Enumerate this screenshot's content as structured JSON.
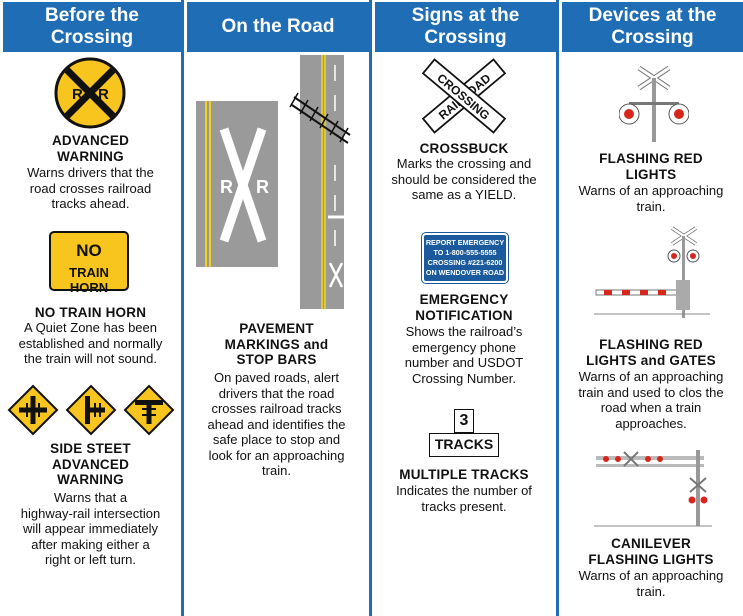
{
  "headers": [
    "Before the\nCrossing",
    "On the Road",
    "Signs at the\nCrossing",
    "Devices at the\nCrossing"
  ],
  "col1": {
    "advanced_warning": {
      "title": "ADVANCED\nWARNING",
      "desc": "Warns drivers that the\nroad crosses railroad\ntracks ahead.",
      "sign_text": "R   R"
    },
    "no_train_horn": {
      "title": "NO TRAIN HORN",
      "desc": "A Quiet Zone has been\nestablished and normally\nthe train will not sound.",
      "sign_line1": "NO",
      "sign_line2": "TRAIN HORN"
    },
    "side_street": {
      "title": "SIDE STEET\nADVANCED\nWARNING",
      "desc": "Warns that a\nhighway-rail intersection\nwill appear immediately\nafter making either a\nright or left turn."
    }
  },
  "col2": {
    "pavement_markings": {
      "title": "PAVEMENT\nMARKINGS and\nSTOP BARS",
      "desc": "On paved roads, alert\ndrivers that the road\ncrosses railroad tracks\nahead and identifies the\nsafe place to stop and\nlook for an approaching\ntrain.",
      "road_left_r": "R",
      "road_right_r": "R"
    }
  },
  "col3": {
    "crossbuck": {
      "title": "CROSSBUCK",
      "desc": "Marks the crossing and\nshould be considered the\nsame as a YIELD.",
      "arm1": "RAILROAD",
      "arm2": "CROSSING"
    },
    "emergency": {
      "title": "EMERGENCY\nNOTIFICATION",
      "desc": "Shows the railroad’s\nemergency phone\nnumber and USDOT\nCrossing Number.",
      "sign_lines": [
        "REPORT EMERGENCY",
        "TO 1-800-555-5555",
        "CROSSING #221-6200",
        "ON WENDOVER ROAD"
      ]
    },
    "multiple_tracks": {
      "title": "MULTIPLE TRACKS",
      "desc": "Indicates the number of\ntracks present.",
      "number": "3",
      "word": "TRACKS"
    }
  },
  "col4": {
    "flashing_red": {
      "title": "FLASHING RED\nLIGHTS",
      "desc": "Warns of an approaching\ntrain."
    },
    "flashing_gates": {
      "title": "FLASHING RED\nLIGHTS and GATES",
      "desc": "Warns of an approaching\ntrain and used to clos the\nroad when a train\napproaches."
    },
    "cantilever": {
      "title": "CANILEVER\nFLASHING LIGHTS",
      "desc": "Warns of an approaching\ntrain."
    }
  },
  "colors": {
    "header_blue": "#1f6db5",
    "sign_yellow": "#f7c51d",
    "emergency_blue": "#1b5a9c",
    "light_red": "#d9261c"
  }
}
